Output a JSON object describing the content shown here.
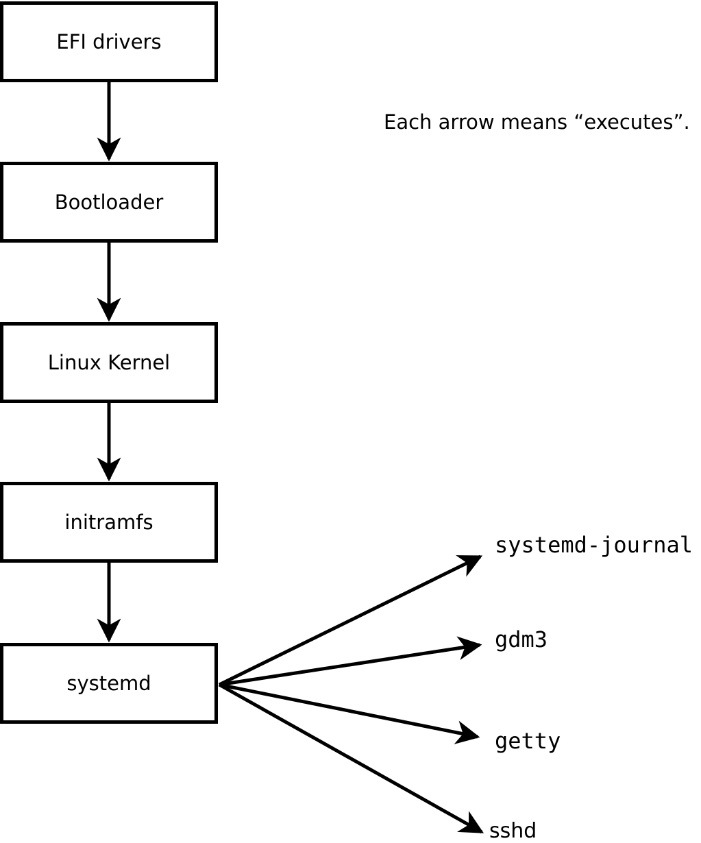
{
  "note": "Each arrow means “executes”.",
  "chain": [
    {
      "label": "EFI drivers"
    },
    {
      "label": "Bootloader"
    },
    {
      "label": "Linux Kernel"
    },
    {
      "label": "initramfs"
    },
    {
      "label": "systemd"
    }
  ],
  "spawned": [
    {
      "label": "systemd-journal"
    },
    {
      "label": "gdm3"
    },
    {
      "label": "getty"
    },
    {
      "label": "sshd"
    }
  ],
  "arrow_meaning": "executes",
  "colors": {
    "stroke": "#000000",
    "background": "#ffffff"
  }
}
